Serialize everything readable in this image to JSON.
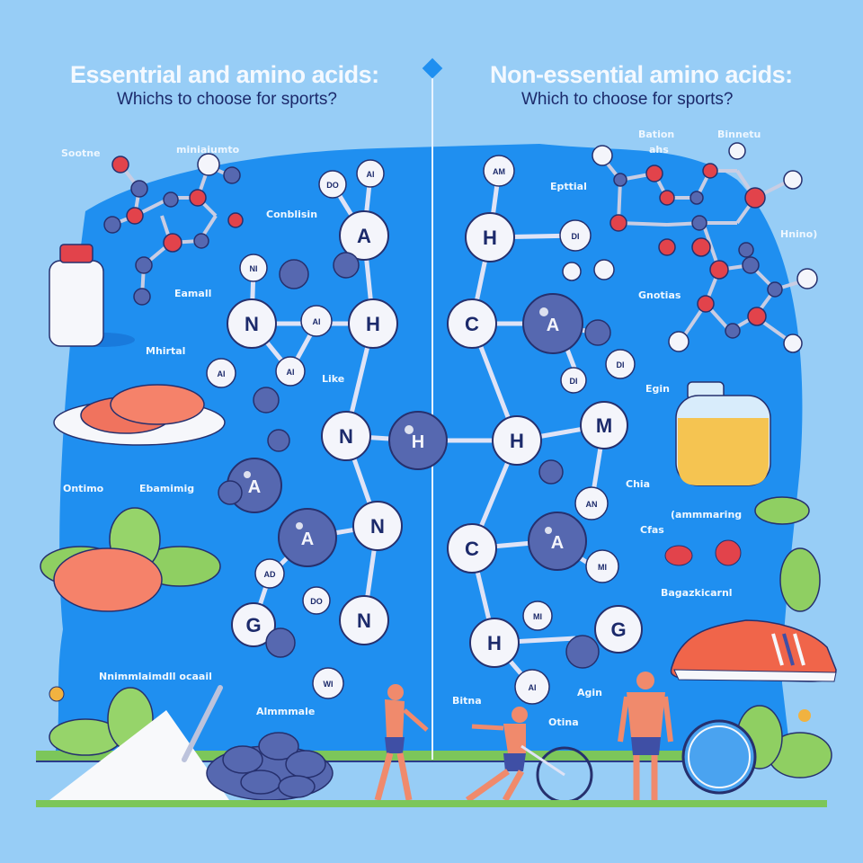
{
  "left_panel": {
    "title": "Essentrial and amino acids:",
    "subtitle": "Whichs to choose for sports?"
  },
  "right_panel": {
    "title": "Non-essential amino acids:",
    "subtitle": "Which to choose for sports?"
  },
  "labels": {
    "sootne": "Sootne",
    "minimumto": "miniaiumto",
    "conbliain": "Conblisin",
    "eamall": "Eamall",
    "mhirtal": "Mhirtal",
    "like": "Like",
    "ontimo": "Ontimo",
    "ebaming": "Ebamimig",
    "nonimal": "Nnimmlaimdll ocaail",
    "almmale": "Almmmale",
    "bation": "Bation",
    "ahs": "ahs",
    "binnto": "Binnetu",
    "epital": "Epttial",
    "hnino": "Hnino)",
    "gnotias": "Gnotias",
    "egin": "Egin",
    "chia": "Chia",
    "cfas": "Cfas",
    "fammacking": "(ammmaring",
    "bagarcial": "Bagazkicarnl",
    "bitna": "Bitna",
    "agin": "Agin",
    "otina": "Otina"
  },
  "atoms": {
    "a": "A",
    "h": "H",
    "n": "N",
    "c": "C",
    "g": "G",
    "m": "M",
    "ai": "AI",
    "ni": "NI",
    "do": "DO",
    "am": "AM",
    "di": "DI",
    "an": "AN",
    "mi": "MI",
    "wi": "WI"
  },
  "colors": {
    "background": "#97cdf6",
    "blob": "#1f8ff0",
    "atom_white": "#f4f5fb",
    "atom_blue": "#5668b0",
    "atom_red": "#e2434b",
    "outline": "#26306e",
    "grass": "#7cc65a"
  }
}
